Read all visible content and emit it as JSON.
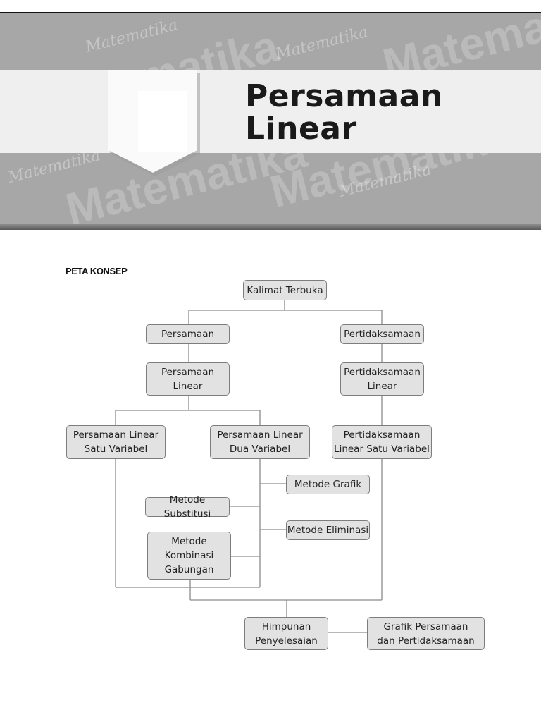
{
  "header": {
    "title_line1": "Persamaan",
    "title_line2": "Linear",
    "watermark_bold": "Matematika",
    "watermark_script": "Matematika"
  },
  "section_label": "PETA KONSEP",
  "diagram": {
    "nodes": {
      "kalimat_terbuka": "Kalimat Terbuka",
      "persamaan": "Persamaan",
      "pertidaksamaan": "Pertidaksamaan",
      "persamaan_linear": "Persamaan\nLinear",
      "pertidaksamaan_linear": "Pertidaksamaan\nLinear",
      "plsv": "Persamaan Linear\nSatu Variabel",
      "pldv": "Persamaan Linear\nDua Variabel",
      "ptlsv": "Pertidaksamaan\nLinear Satu Variabel",
      "metode_grafik": "Metode Grafik",
      "metode_substitusi": "Metode Substitusi",
      "metode_eliminasi": "Metode Eliminasi",
      "metode_kombinasi": "Metode\nKombinasi\nGabungan",
      "himpunan_penyelesaian": "Himpunan\nPenyelesaian",
      "grafik_persamaan": "Grafik Persamaan\ndan Pertidaksamaan"
    }
  }
}
